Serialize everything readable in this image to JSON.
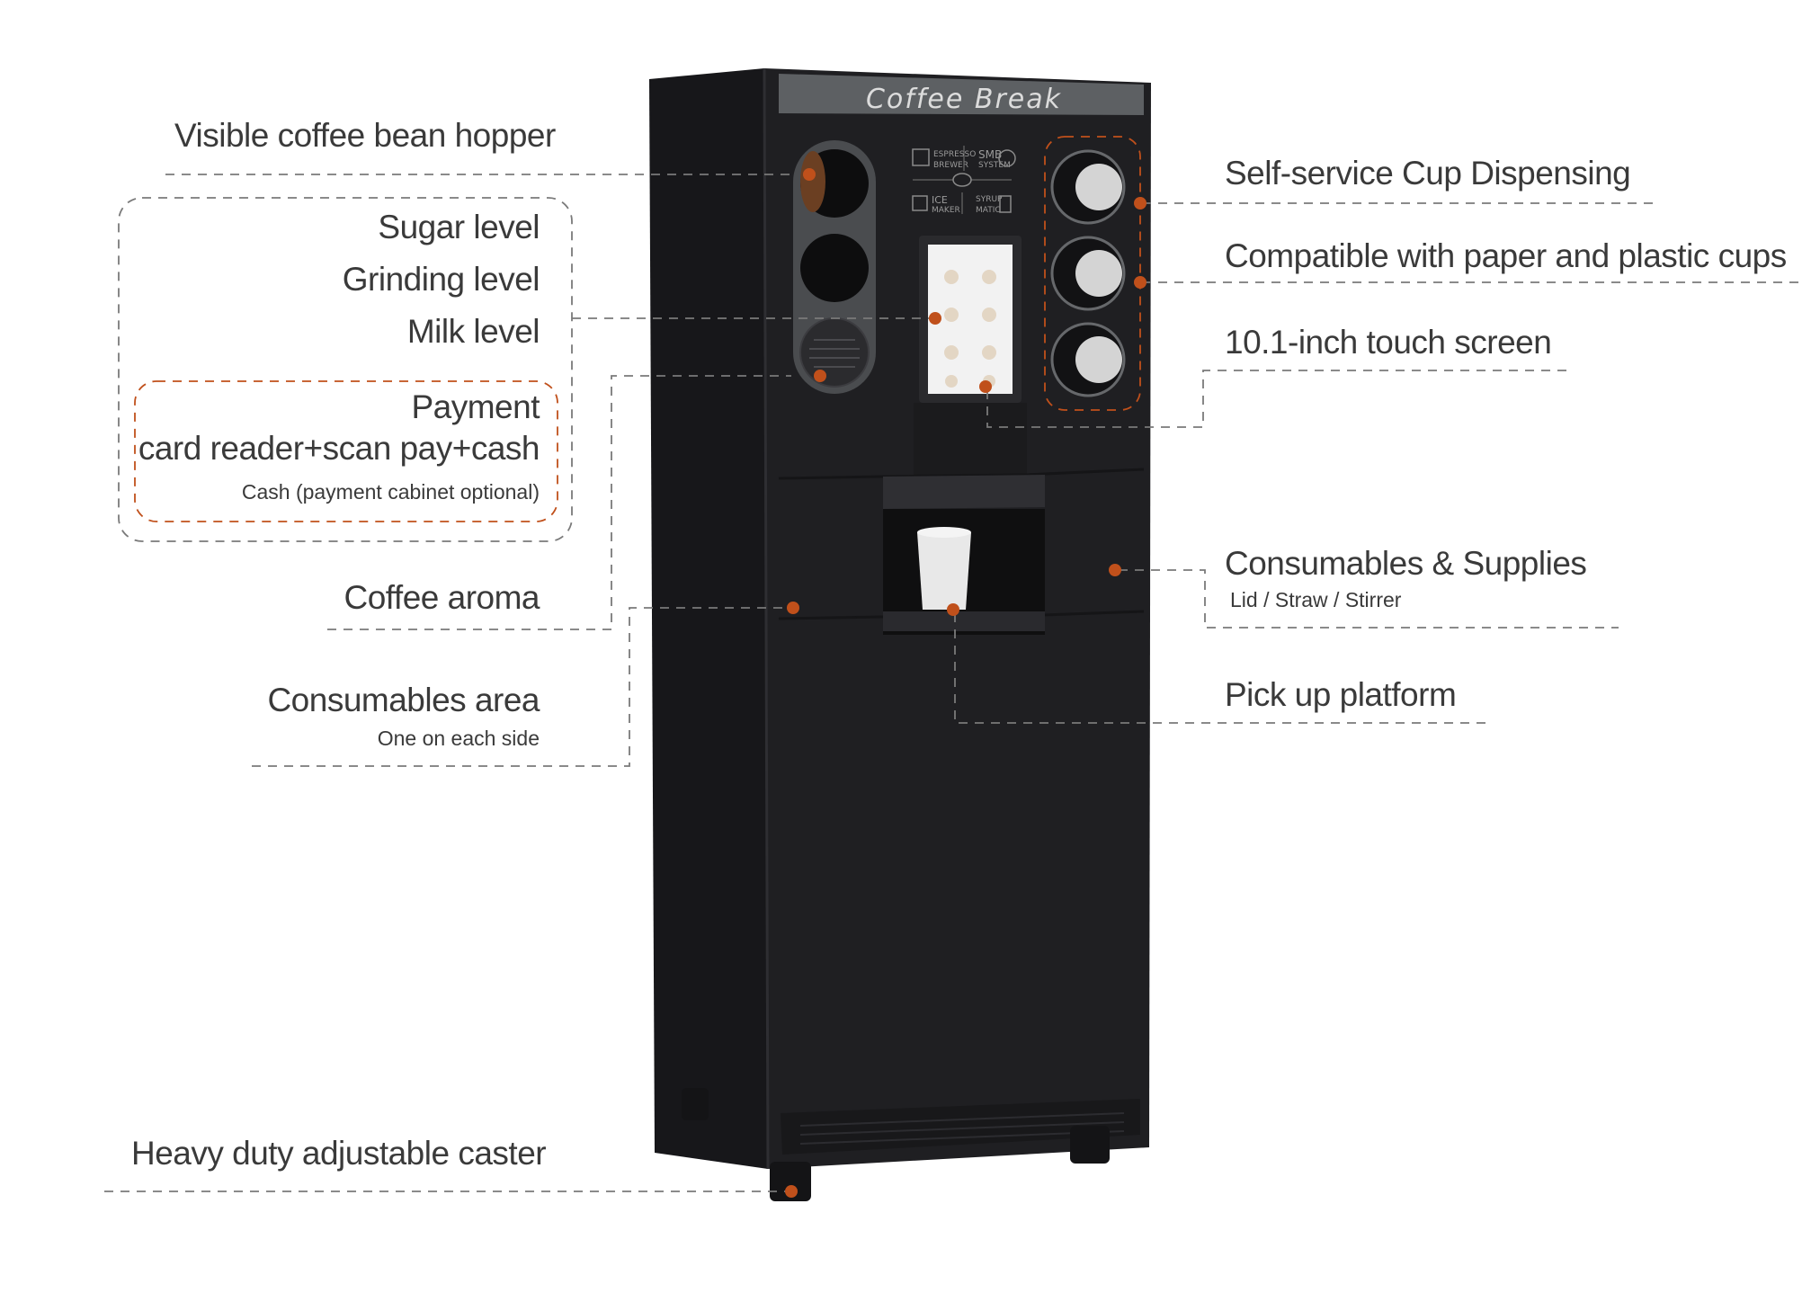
{
  "colors": {
    "accent": "#c0501b",
    "line": "#7a7a7a",
    "machine": "#1e1e20",
    "panel": "#222225"
  },
  "machine": {
    "brand": "Coffee Break",
    "panel_labels": {
      "espresso": "ESPRESSO",
      "brewer": "BREWER",
      "smb": "SMB",
      "system": "SYSTEM",
      "ice": "ICE",
      "maker": "MAKER",
      "syrup": "SYRUP",
      "maker2": "MATIC"
    }
  },
  "labels": {
    "hopper": "Visible coffee bean hopper",
    "sugar": "Sugar level",
    "grinding": "Grinding level",
    "milk": "Milk level",
    "payment_title": "Payment",
    "payment_methods": "card reader+scan pay+cash",
    "payment_note": "Cash (payment cabinet optional)",
    "aroma": "Coffee aroma",
    "consumables_area": "Consumables area",
    "consumables_area_note": "One on each side",
    "caster": "Heavy duty adjustable caster",
    "cup_dispensing": "Self-service Cup Dispensing",
    "cups_compat": "Compatible with paper and plastic cups",
    "touch_screen": "10.1-inch touch screen",
    "supplies": "Consumables & Supplies",
    "supplies_note": "Lid / Straw / Stirrer",
    "pickup": "Pick up platform"
  }
}
